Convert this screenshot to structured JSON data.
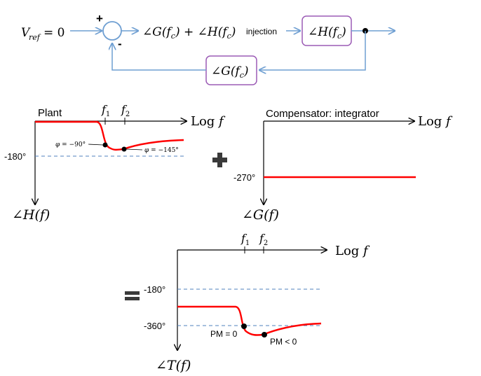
{
  "block_diagram": {
    "input_label": "V_ref = 0",
    "summing_plus": "+",
    "summing_minus": "-",
    "forward_phase_sum": "∠G(f_c) + ∠H(f_c)",
    "injection_label": "injection",
    "plant_block": "∠H(f_c)",
    "feedback_block": "∠G(f_c)",
    "colors": {
      "signal_line": "#6f9fd2",
      "block_border": "#9b5bb5"
    }
  },
  "plant_plot": {
    "title": "Plant",
    "x_axis_label": "Log f",
    "y_axis_label": "∠H(f)",
    "f1_label": "f1",
    "f2_label": "f2",
    "ref_line_label": "-180°",
    "point_a_label": "φ = −90°",
    "point_b_label": "φ = −145°",
    "curve_color": "#ff0000",
    "ref_line_color": "#4f81bd"
  },
  "plus_operator": "+",
  "compensator_plot": {
    "title": "Compensator: integrator",
    "x_axis_label": "Log f",
    "y_axis_label": "∠G(f)",
    "level_label": "-270°",
    "curve_color": "#ff0000"
  },
  "equals_operator": "=",
  "loop_plot": {
    "x_axis_label": "Log f",
    "y_axis_label": "∠T(f)",
    "f1_label": "f1",
    "f2_label": "f2",
    "ref_line_1_label": "-180°",
    "ref_line_2_label": "-360°",
    "pm_zero_label": "PM = 0",
    "pm_negative_label": "PM < 0",
    "curve_color": "#ff0000",
    "ref_line_color": "#4f81bd"
  }
}
